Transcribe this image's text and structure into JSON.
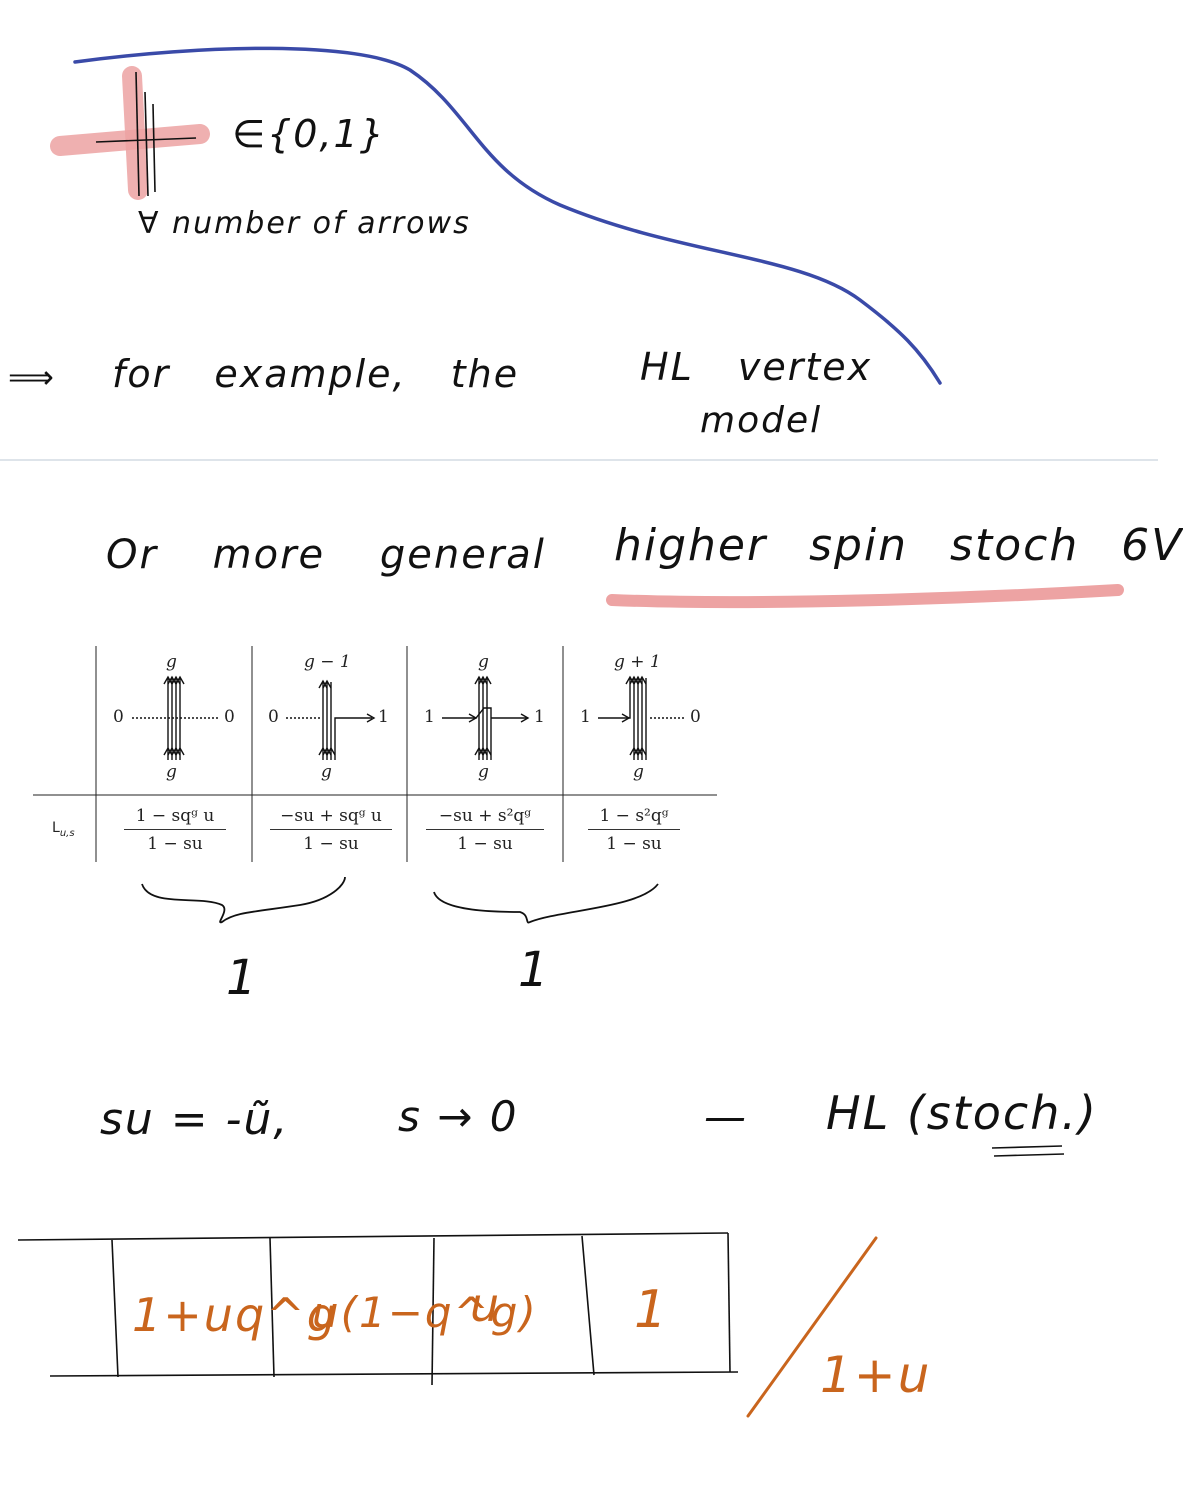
{
  "note": {
    "weight_set": "∈{0,1}",
    "arrows_line": "∀ number of arrows",
    "example_arrow": "⟹",
    "example_line": "for example, the",
    "model_name_1": "HL vertex",
    "model_name_2": "model",
    "general_prefix": "Or more general",
    "general_highlight": "higher spin stoch 6V",
    "substitution": "su = -ũ,",
    "limit": "s → 0",
    "dash": "—",
    "result": "HL (stoch.)"
  },
  "vertex_table": {
    "row_label": "L",
    "row_label_sub": "u,s",
    "columns": [
      {
        "top": "g",
        "bottom": "g",
        "left": "0",
        "right": "0",
        "num": "1 − sqᵍ u",
        "den": "1 − su"
      },
      {
        "top": "g − 1",
        "bottom": "g",
        "left": "0",
        "right": "1",
        "num": "−su + sqᵍ u",
        "den": "1 − su"
      },
      {
        "top": "g",
        "bottom": "g",
        "left": "1",
        "right": "1",
        "num": "−su + s²qᵍ",
        "den": "1 − su"
      },
      {
        "top": "g + 1",
        "bottom": "g",
        "left": "1",
        "right": "0",
        "num": "1 − s²qᵍ",
        "den": "1 − su"
      }
    ],
    "brace_sums": [
      "1",
      "1"
    ]
  },
  "weights_table": {
    "cells": [
      "1+uq^g",
      "u(1−q^g)",
      "u",
      "1"
    ],
    "denominator": "1+u"
  },
  "colors": {
    "ink": "#111111",
    "blue_curve": "#3a4aa8",
    "highlight_pink": "#eda3a3",
    "orange": "#c9651d",
    "divider": "#c9d3de"
  }
}
